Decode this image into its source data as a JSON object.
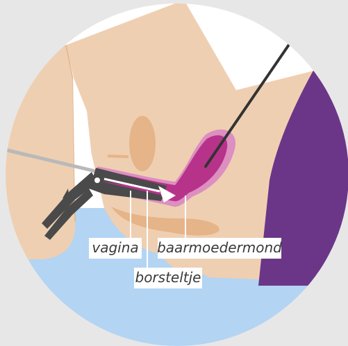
{
  "labels": {
    "vagina": "vagina",
    "cervix": "baarmoedermond",
    "brush": "borsteltje"
  },
  "colors": {
    "background": "#e7e7e7",
    "skin": "#efcfb2",
    "skin_shade": "#e5b488",
    "organ": "#b7338a",
    "organ_halo": "#dc8fc0",
    "table": "#b3d4f3",
    "drape": "#6b3688",
    "speculum": "#4a4a4a",
    "brush_rod": "#b9b9b9",
    "white": "#ffffff"
  },
  "icons": [
    "speculum-icon",
    "brush-icon",
    "pointer-stick-icon",
    "arrow-icon"
  ]
}
